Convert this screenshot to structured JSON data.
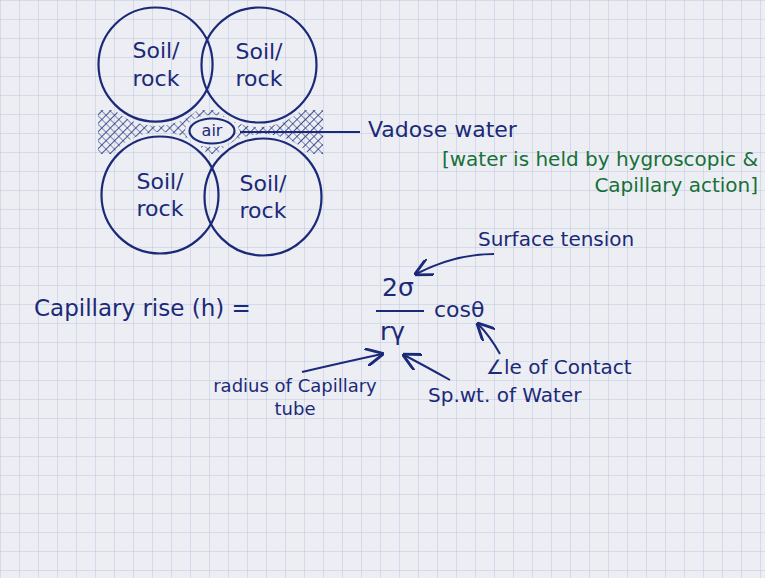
{
  "diagram": {
    "nodes": [
      {
        "text": [
          "Soil/ rock"
        ]
      },
      {
        "text": [
          "Soil/ rock"
        ]
      },
      {
        "text": [
          "air"
        ]
      },
      {
        "text": [
          "Soil/ rock"
        ]
      },
      {
        "text": [
          "Soil/ rock"
        ]
      }
    ],
    "labels": [
      "Vadose water",
      "[water is held by hygroscopic & Capillary action]",
      "Surface tension",
      "Capillary rise (h) =",
      "2σ",
      "rγ",
      "cosθ",
      "∠le of Contact",
      "radius of Capillary tube",
      "Sp.wt. of Water"
    ]
  }
}
